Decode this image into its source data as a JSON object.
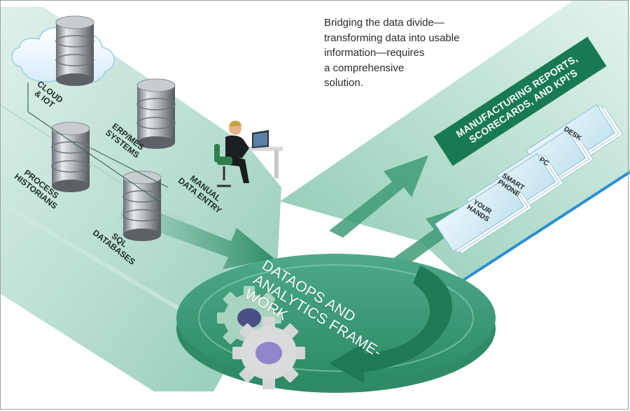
{
  "caption": [
    "Bridging the data divide—",
    "transforming data into usable",
    "information—requires",
    "a comprehensive",
    "solution."
  ],
  "sources": [
    [
      "CLOUD",
      "& IOT"
    ],
    [
      "ERP/MES",
      "SYSTEMS"
    ],
    [
      "PROCESS",
      "HISTORIANS"
    ],
    [
      "MANUAL",
      "DATA ENTRY"
    ],
    [
      "SQL",
      "DATABASES"
    ]
  ],
  "banner": [
    "MANUFACTURING REPORTS,",
    "SCORECARDS, AND KPI'S"
  ],
  "devices": [
    [
      "DESK"
    ],
    [
      "PC"
    ],
    [
      "SMART",
      "PHONE"
    ],
    [
      "YOUR",
      "HANDS"
    ]
  ],
  "hub": [
    "DATAOPS AND",
    "ANALYTICS FRAME-",
    "WORK"
  ],
  "colors": {
    "primary_green": "#187a52",
    "hub_green": "#2e8a67",
    "accent_blue": "#2a8fd3"
  },
  "icons": [
    "cloud-icon",
    "database-icon",
    "person-at-desk-icon",
    "gear-icon"
  ]
}
